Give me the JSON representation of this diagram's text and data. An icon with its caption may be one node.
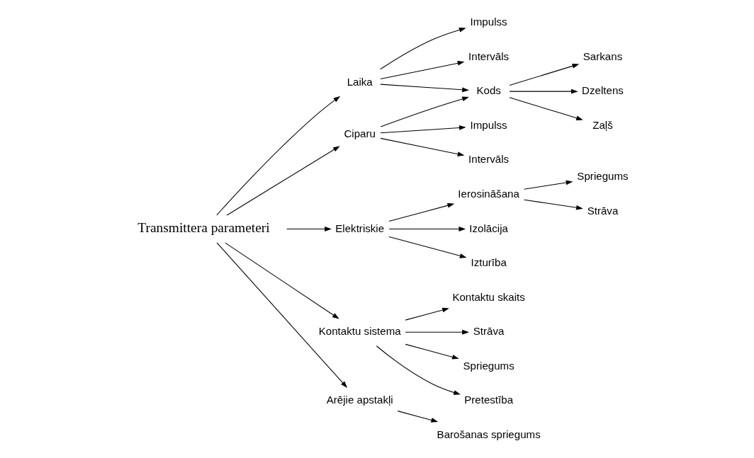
{
  "diagram": {
    "nodes": [
      {
        "text": [
          "Transmittera parameteri"
        ]
      },
      {
        "text": [
          "Laika"
        ]
      },
      {
        "text": [
          "Impulss"
        ]
      },
      {
        "text": [
          "Intervāls"
        ]
      },
      {
        "text": [
          "Kods"
        ]
      },
      {
        "text": [
          "Ciparu"
        ]
      },
      {
        "text": [
          "Impulss"
        ]
      },
      {
        "text": [
          "Intervāls"
        ]
      },
      {
        "text": [
          "Sarkans"
        ]
      },
      {
        "text": [
          "Dzeltens"
        ]
      },
      {
        "text": [
          "Zaļš"
        ]
      },
      {
        "text": [
          "Elektriskie"
        ]
      },
      {
        "text": [
          "Ierosināšana"
        ]
      },
      {
        "text": [
          "Izolācija"
        ]
      },
      {
        "text": [
          "Izturība"
        ]
      },
      {
        "text": [
          "Spriegums"
        ]
      },
      {
        "text": [
          "Strāva"
        ]
      },
      {
        "text": [
          "Kontaktu sistema"
        ]
      },
      {
        "text": [
          "Kontaktu skaits"
        ]
      },
      {
        "text": [
          "Strāva"
        ]
      },
      {
        "text": [
          "Spriegums"
        ]
      },
      {
        "text": [
          "Pretestība"
        ]
      },
      {
        "text": [
          "Arējie apstakļi"
        ]
      },
      {
        "text": [
          "Barošanas spriegums"
        ]
      }
    ],
    "edges": [
      {
        "from": 0,
        "to": 1,
        "arrow": "to"
      },
      {
        "from": 0,
        "to": 11,
        "arrow": "to"
      },
      {
        "from": 0,
        "to": 5,
        "arrow": "to"
      },
      {
        "from": 0,
        "to": 17,
        "arrow": "to"
      },
      {
        "from": 0,
        "to": 22,
        "arrow": "to"
      },
      {
        "from": 1,
        "to": 4,
        "arrow": "to"
      },
      {
        "from": 1,
        "to": 2,
        "arrow": "to"
      },
      {
        "from": 1,
        "to": 3,
        "arrow": "to"
      },
      {
        "from": 5,
        "to": 4,
        "arrow": "to"
      },
      {
        "from": 5,
        "to": 6,
        "arrow": "to"
      },
      {
        "from": 5,
        "to": 7,
        "arrow": "to"
      },
      {
        "from": 4,
        "to": 8,
        "arrow": "to"
      },
      {
        "from": 4,
        "to": 9,
        "arrow": "to"
      },
      {
        "from": 4,
        "to": 10,
        "arrow": "to"
      },
      {
        "from": 11,
        "to": 12,
        "arrow": "to"
      },
      {
        "from": 11,
        "to": 13,
        "arrow": "to"
      },
      {
        "from": 11,
        "to": 14,
        "arrow": "to"
      },
      {
        "from": 12,
        "to": 15,
        "arrow": "to"
      },
      {
        "from": 12,
        "to": 16,
        "arrow": "to"
      },
      {
        "from": 17,
        "to": 18,
        "arrow": "to"
      },
      {
        "from": 17,
        "to": 19,
        "arrow": "to"
      },
      {
        "from": 17,
        "to": 20,
        "arrow": "to"
      },
      {
        "from": 17,
        "to": 21,
        "arrow": "to"
      },
      {
        "from": 22,
        "to": 23,
        "arrow": "to"
      }
    ]
  }
}
